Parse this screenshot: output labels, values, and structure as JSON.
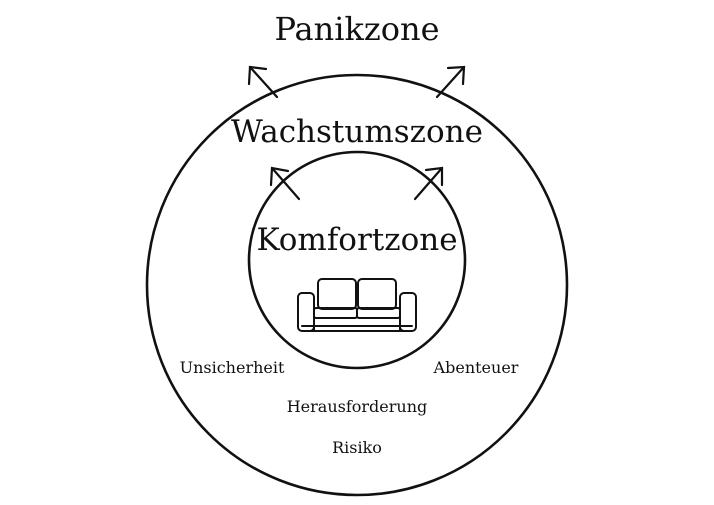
{
  "diagram": {
    "outer_zone_label": "Panikzone",
    "middle_zone_label": "Wachstumszone",
    "inner_zone_label": "Komfortzone",
    "growth_words": [
      "Unsicherheit",
      "Abenteuer",
      "Herausforderung",
      "Risiko"
    ],
    "icon": "sofa-icon",
    "line_color": "#111111",
    "background_color": "#ffffff"
  }
}
